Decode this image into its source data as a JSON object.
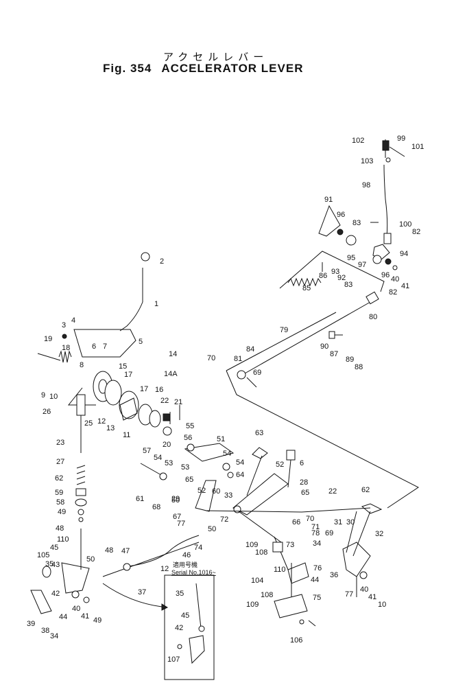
{
  "header": {
    "japanese_title": "アクセルレバー",
    "fig_label": "Fig. 354",
    "title": "ACCELERATOR LEVER"
  },
  "inset": {
    "jp_label": "適用号機",
    "serial": "Serial No.1016~"
  },
  "callouts": [
    "102",
    "99",
    "101",
    "103",
    "98",
    "91",
    "96",
    "83",
    "100",
    "82",
    "94",
    "95",
    "97",
    "86",
    "93",
    "92",
    "96",
    "40",
    "41",
    "85",
    "83",
    "82",
    "80",
    "2",
    "1",
    "3",
    "4",
    "79",
    "19",
    "18",
    "5",
    "6",
    "7",
    "14",
    "90",
    "87",
    "84",
    "70",
    "81",
    "89",
    "88",
    "69",
    "14A",
    "8",
    "15",
    "17",
    "16",
    "22",
    "21",
    "9",
    "10",
    "17",
    "26",
    "25",
    "12",
    "13",
    "11",
    "20",
    "23",
    "55",
    "56",
    "51",
    "63",
    "57",
    "54",
    "54",
    "27",
    "53",
    "54",
    "53",
    "64",
    "6",
    "52",
    "65",
    "28",
    "62",
    "61",
    "52",
    "60",
    "65",
    "33",
    "59",
    "50",
    "70",
    "68",
    "29",
    "22",
    "62",
    "58",
    "67",
    "72",
    "66",
    "71",
    "31",
    "30",
    "49",
    "50",
    "77",
    "78",
    "69",
    "32",
    "48",
    "74",
    "34",
    "110",
    "109",
    "108",
    "73",
    "76",
    "36",
    "45",
    "43",
    "35",
    "50",
    "48",
    "47",
    "46",
    "12",
    "110",
    "104",
    "44",
    "105",
    "109",
    "108",
    "75",
    "77",
    "40",
    "41",
    "10",
    "42",
    "44",
    "40",
    "41",
    "49",
    "37",
    "39",
    "38",
    "34",
    "35",
    "45",
    "42",
    "107",
    "106"
  ]
}
